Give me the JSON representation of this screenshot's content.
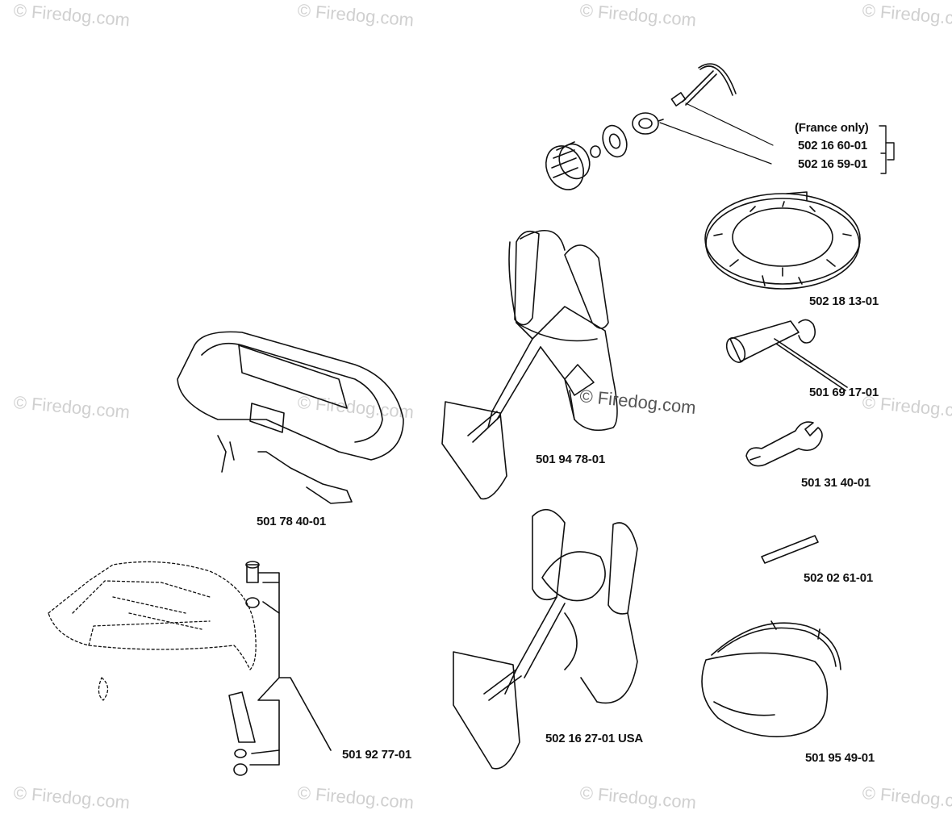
{
  "watermark_text": "© Firedog.com",
  "part_labels": {
    "france_only": "(France only)",
    "p_502_16_60_01": "502 16 60-01",
    "p_502_16_59_01": "502 16 59-01",
    "p_502_18_13_01": "502 18 13-01",
    "p_501_69_17_01": "501 69 17-01",
    "p_501_31_40_01": "501 31 40-01",
    "p_502_02_61_01": "502 02 61-01",
    "p_501_95_49_01": "501 95 49-01",
    "p_501_94_78_01": "501 94 78-01",
    "p_502_16_27_01": "502 16 27-01 USA",
    "p_501_78_40_01": "501 78 40-01",
    "p_501_92_77_01": "501 92 77-01"
  }
}
